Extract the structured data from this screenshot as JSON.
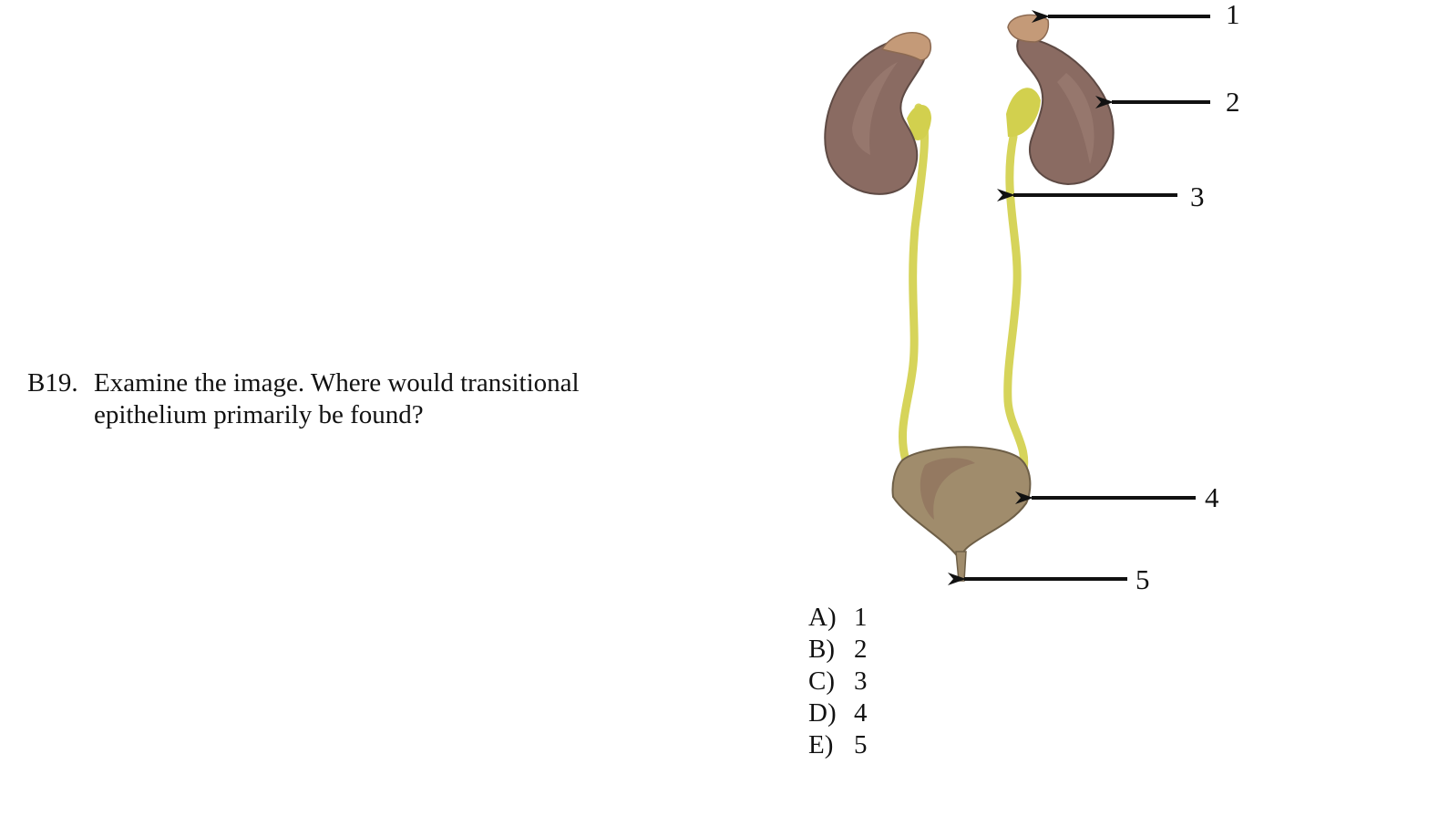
{
  "question": {
    "number": "B19.",
    "line1": "Examine the image.  Where would transitional",
    "line2": "epithelium primarily be found?"
  },
  "diagram": {
    "labels": [
      "1",
      "2",
      "3",
      "4",
      "5"
    ],
    "colors": {
      "kidney": "#8a6b62",
      "adrenal": "#c49a78",
      "ureter": "#d6d45a",
      "bladder": "#a08c6c",
      "arrow": "#111111"
    }
  },
  "choices": [
    {
      "letter": "A)",
      "value": "1"
    },
    {
      "letter": "B)",
      "value": "2"
    },
    {
      "letter": "C)",
      "value": "3"
    },
    {
      "letter": "D)",
      "value": "4"
    },
    {
      "letter": "E)",
      "value": "5"
    }
  ]
}
